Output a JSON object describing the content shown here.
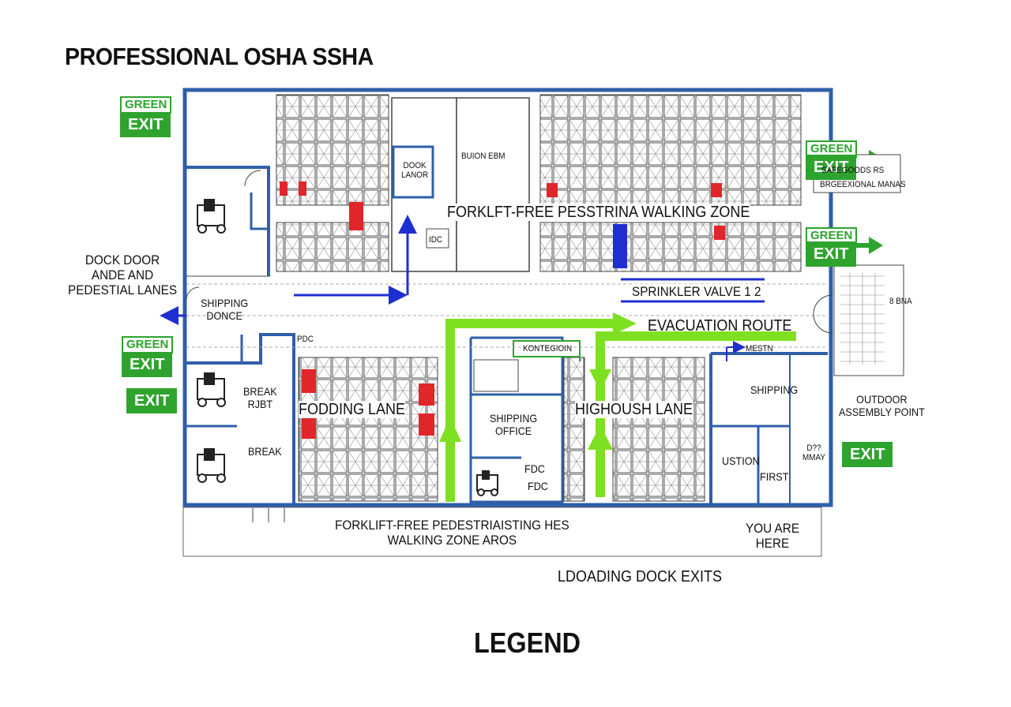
{
  "title": "PROFESSIONAL OSHA SSHA",
  "legend_title": "LEGEND",
  "exits": {
    "top_left_word": "GREEN",
    "top_left_exit": "EXIT",
    "right_top_word": "GREEN",
    "right_top_exit": "EXIT",
    "right_mid_word": "GREEN",
    "right_mid_exit": "EXIT",
    "left_mid_word": "GREEN",
    "left_mid_exit": "EXIT",
    "left_low_exit": "EXIT",
    "right_low_exit": "EXIT"
  },
  "labels": {
    "dock_door": "DOCK DOOR\nANDE AND\nPEDESTIAL LANES",
    "shipping_left": "SHIPPING\nDONCE",
    "dock_labor": "DOOK\nLANOR",
    "buion_ebm": "BUION EBM",
    "idc": "IDC",
    "walking_zone_top": "FORKLFT-FREE PESSTRINA WALKING ZONE",
    "sprinkler_valve": "SPRINKLER VALVE 1 2",
    "evacuation_route": "EVACUATION ROUTE",
    "pdc": "PDC",
    "break_rjbt": "BREAK\nRJBT",
    "break": "BREAK",
    "fodding_lane": "FODDING LANE",
    "kontegion": "KONTEGIOIN",
    "shipping_office": "SHIPPING\nOFFICE",
    "fdc_1": "FDC",
    "fdc_2": "FDC",
    "highoush_lane": "HIGHOUSH LANE",
    "mestn": "MESTN",
    "shipping_right": "SHIPPING",
    "ustion": "USTION",
    "first": "FIRST",
    "mmay": "D??\nMMAY",
    "outdoor_assembly": "OUTDOOR\nASSEMBLY POINT",
    "walking_zone_bottom": "FORKLIFT-FREE PEDESTRIAISTING HES\nWALKING ZONE AROS",
    "you_are_here": "YOU ARE\nHERE",
    "loading_dock_exits": "LDOADING DOCK EXITS",
    "sign_line_1": "SAFEGOODS RS",
    "sign_line_2": "BRGEEXIONAL MANAS",
    "side_panel": "8 BNA"
  },
  "colors": {
    "wall_blue": "#2f5fa8",
    "exit_green": "#2ea32e",
    "route_green": "#7ee020",
    "arrow_blue": "#1e2fd0",
    "fire_red": "#e0262a"
  }
}
